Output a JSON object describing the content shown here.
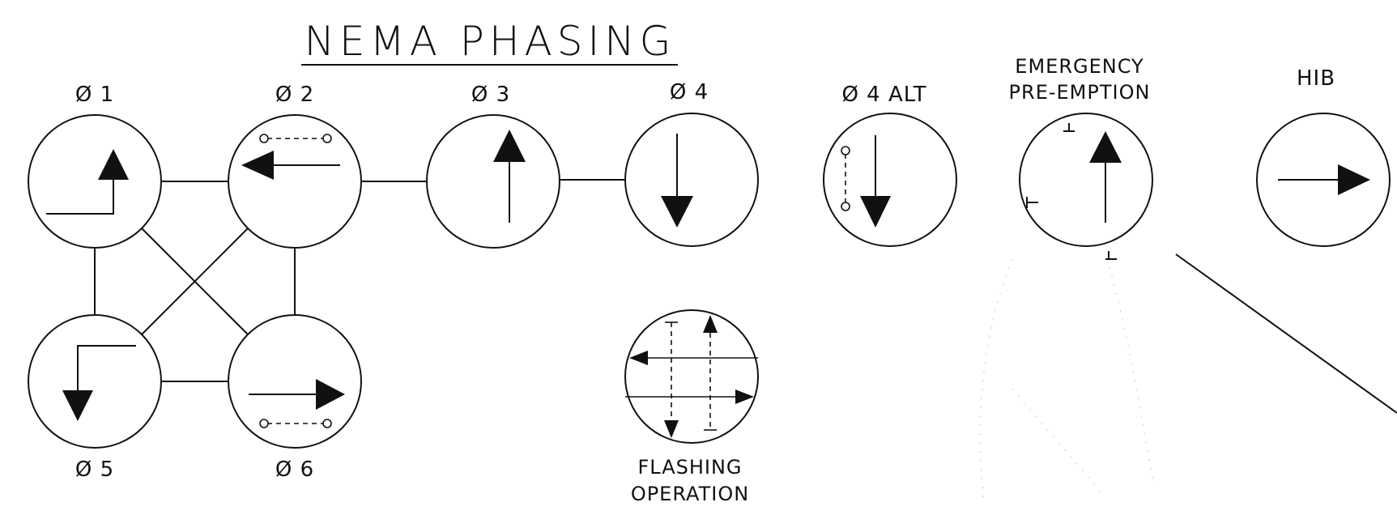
{
  "title": "NEMA PHASING",
  "phases": {
    "p1": "Ø 1",
    "p2": "Ø 2",
    "p3": "Ø 3",
    "p4": "Ø 4",
    "p4alt": "Ø 4 ALT",
    "p5": "Ø 5",
    "p6": "Ø 6"
  },
  "emergency": {
    "line1": "EMERGENCY",
    "line2": "PRE-EMPTION"
  },
  "hib": "HIB",
  "flashing": {
    "line1": "FLASHING",
    "line2": "OPERATION"
  }
}
